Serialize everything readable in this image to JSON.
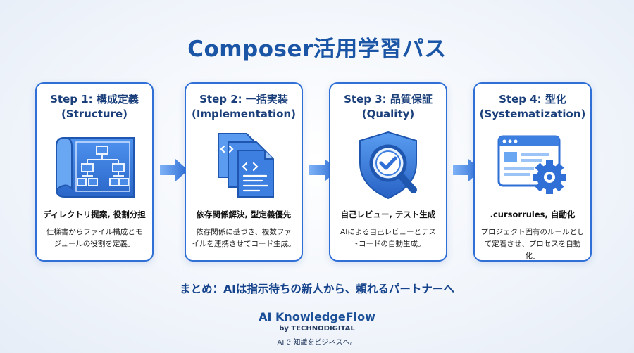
{
  "title": "Composer活用学習パス",
  "steps": [
    {
      "step": "Step 1: 構成定義",
      "sub": "(Structure)",
      "icon": "blueprint-flowchart-icon",
      "heading": "ディレクトリ提案, 役割分担",
      "desc": [
        "仕様書からファイル構成とモ",
        "ジュールの役割を定義。"
      ]
    },
    {
      "step": "Step 2: 一括実装",
      "sub": "(Implementation)",
      "icon": "code-files-icon",
      "heading": "依存関係解決, 型定義優先",
      "desc": [
        "依存関係に基づき、複数ファ",
        "イルを連携させてコード生成。"
      ]
    },
    {
      "step": "Step 3: 品質保証",
      "sub": "(Quality)",
      "icon": "shield-magnifier-icon",
      "heading": "自己レビュー, テスト生成",
      "desc": [
        "AIによる自己レビューとテス",
        "トコードの自動生成。"
      ]
    },
    {
      "step": "Step 4: 型化",
      "sub": "(Systematization)",
      "icon": "browser-gear-icon",
      "heading": ".cursorrules, 自動化",
      "desc": [
        "プロジェクト固有のルールとし",
        "て定着させ、プロセスを自動化。"
      ]
    }
  ],
  "summary": "まとめ：AIは指示待ちの新人から、頼れるパートナーへ",
  "brand": {
    "name": "AI KnowledgeFlow",
    "by": "by TECHNODIGITAL",
    "tagline": "AIで 知識をビジネスへ。"
  },
  "colors": {
    "primary": "#2f6fd6",
    "title": "#1b56a6",
    "icon_fill": "#3d7fe0",
    "icon_dark": "#1f56b0"
  }
}
